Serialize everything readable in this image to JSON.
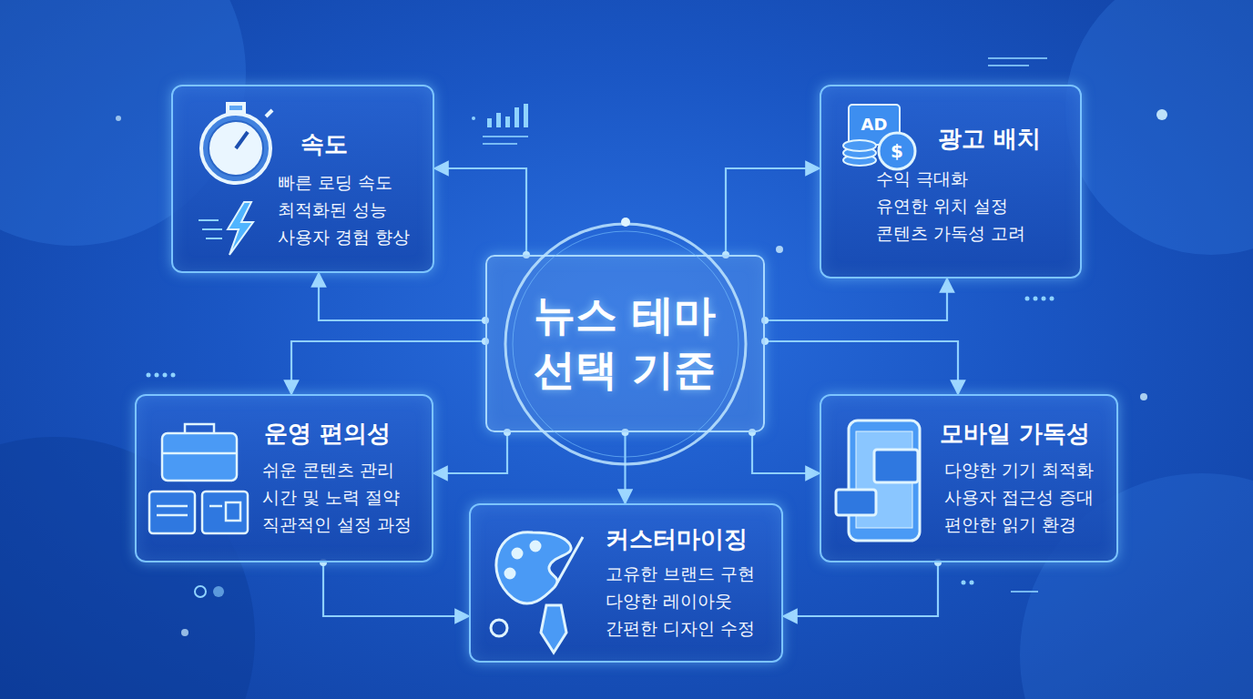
{
  "diagram": {
    "nodes": [
      {
        "text": [
          "속도",
          "빠른 로딩 속도",
          "최적화된 성능",
          "사용자 경험 향상"
        ]
      },
      {
        "text": [
          "광고 배치",
          "수익 극대화",
          "유연한 위치 설정",
          "콘텐츠 가독성 고려"
        ]
      },
      {
        "text": [
          "뉴스 테마 선택 기준"
        ]
      },
      {
        "text": [
          "운영 편의성",
          "쉬운 콘텐츠 관리",
          "시간 및 노력 절약",
          "직관적인 설정 과정"
        ]
      },
      {
        "text": [
          "모바일 가독성",
          "다양한 기기 최적화",
          "사용자 접근성 증대",
          "편안한 읽기 환경"
        ]
      },
      {
        "text": [
          "커스터마이징",
          "고유한 브랜드 구현",
          "다양한 레이아웃",
          "간편한 디자인 수정"
        ]
      }
    ],
    "edges": [
      {
        "from": 2,
        "to": 0,
        "arrow": "to"
      },
      {
        "from": 2,
        "to": 0,
        "arrow": "to"
      },
      {
        "from": 2,
        "to": 1,
        "arrow": "to"
      },
      {
        "from": 2,
        "to": 1,
        "arrow": "to"
      },
      {
        "from": 2,
        "to": 3,
        "arrow": "to"
      },
      {
        "from": 2,
        "to": 3,
        "arrow": "to"
      },
      {
        "from": 2,
        "to": 4,
        "arrow": "to"
      },
      {
        "from": 2,
        "to": 4,
        "arrow": "to"
      },
      {
        "from": 2,
        "to": 5,
        "arrow": "to"
      },
      {
        "from": 3,
        "to": 5,
        "arrow": "to"
      },
      {
        "from": 4,
        "to": 5,
        "arrow": "to"
      }
    ]
  }
}
